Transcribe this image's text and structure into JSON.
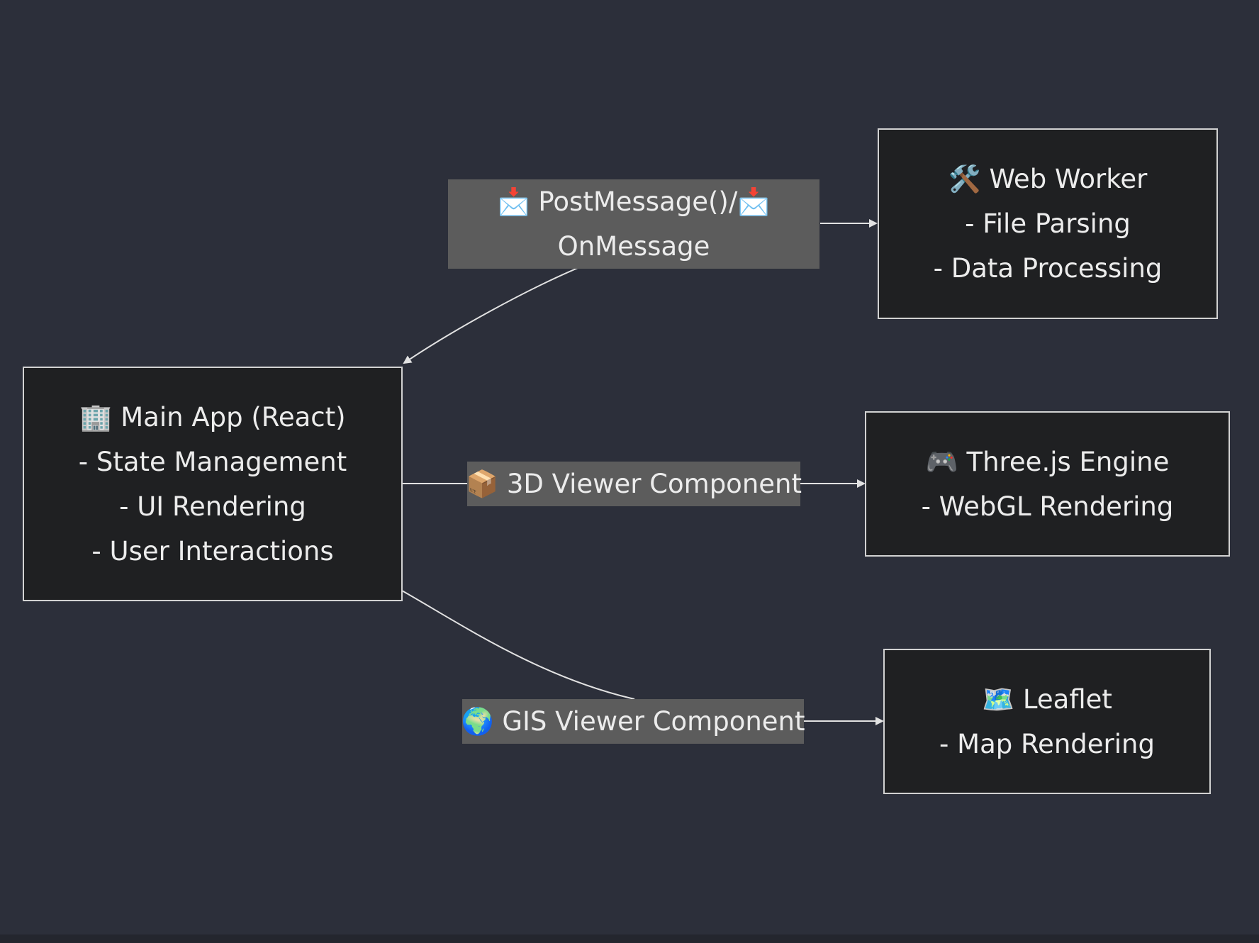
{
  "colors": {
    "background": "#2c2f3a",
    "node_fill": "#1f2022",
    "node_border": "#d2d2d2",
    "edge_label_fill": "#5c5c5c",
    "edge_line": "#e2e2e2",
    "text": "#ececec"
  },
  "nodes": {
    "main_app": {
      "icon": "office-building-icon",
      "lines": [
        "🏢 Main App (React)",
        "- State Management",
        "- UI Rendering",
        "- User Interactions"
      ]
    },
    "web_worker": {
      "icon": "hammer-and-wrench-icon",
      "lines": [
        "🛠️ Web Worker",
        "- File Parsing",
        "- Data Processing"
      ]
    },
    "threejs": {
      "icon": "game-controller-icon",
      "lines": [
        "🎮 Three.js Engine",
        "- WebGL Rendering"
      ]
    },
    "leaflet": {
      "icon": "world-map-icon",
      "lines": [
        "🗺️ Leaflet",
        "- Map Rendering"
      ]
    }
  },
  "edges": {
    "postmessage": {
      "from": "main_app",
      "to": "web_worker",
      "bidirectional": true,
      "icons": [
        "envelope-with-arrow-icon",
        "incoming-envelope-icon"
      ],
      "lines": [
        "📩 PostMessage()/📩",
        "OnMessage"
      ]
    },
    "viewer3d": {
      "from": "main_app",
      "to": "threejs",
      "icon": "package-icon",
      "lines": [
        "📦 3D Viewer Component"
      ]
    },
    "gis": {
      "from": "main_app",
      "to": "leaflet",
      "icon": "globe-icon",
      "lines": [
        "🌍 GIS Viewer Component"
      ]
    }
  }
}
